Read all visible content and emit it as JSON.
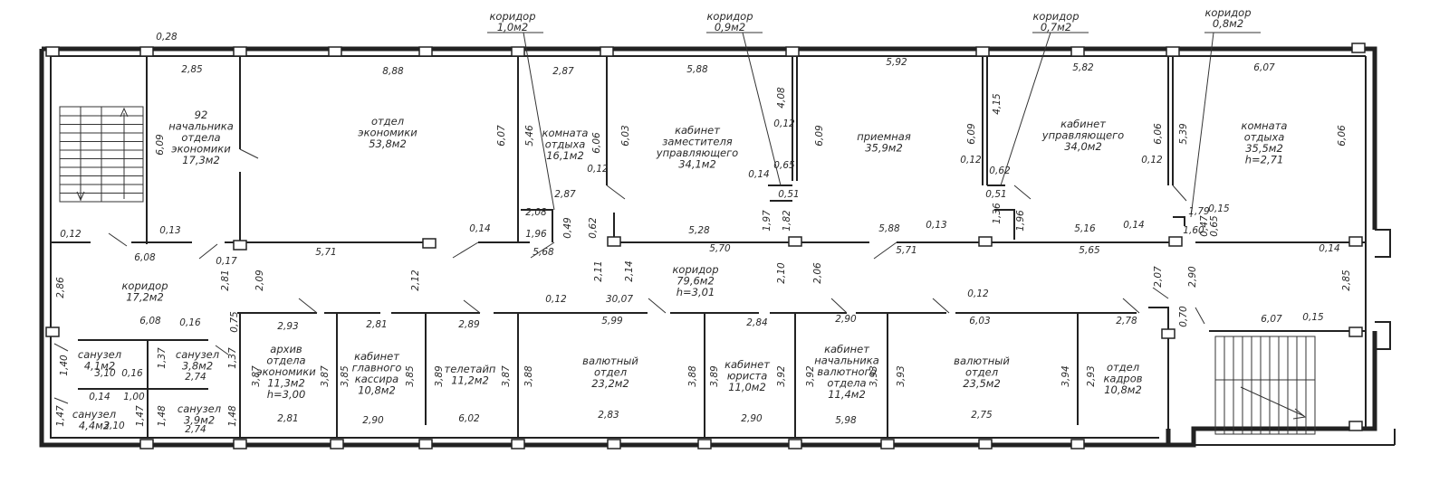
{
  "rooms": [
    {
      "id": "stair-left",
      "lines": []
    },
    {
      "id": "chief-econ",
      "lines": [
        "92",
        "начальника",
        "отдела",
        "экономики",
        "17,3м2"
      ]
    },
    {
      "id": "econ-dept",
      "lines": [
        "отдел",
        "экономики",
        "53,8м2"
      ]
    },
    {
      "id": "rest-room-1",
      "lines": [
        "комната",
        "отдыха",
        "16,1м2"
      ]
    },
    {
      "id": "deputy-office",
      "lines": [
        "кабинет",
        "заместителя",
        "управляющего",
        "34,1м2"
      ]
    },
    {
      "id": "reception",
      "lines": [
        "приемная",
        "35,9м2"
      ]
    },
    {
      "id": "manager-office",
      "lines": [
        "кабинет",
        "управляющего",
        "34,0м2"
      ]
    },
    {
      "id": "rest-room-2",
      "lines": [
        "комната",
        "отдыха",
        "35,5м2",
        "h=2,71"
      ]
    },
    {
      "id": "corridor-left",
      "lines": [
        "коридор",
        "17,2м2"
      ]
    },
    {
      "id": "corridor-main",
      "lines": [
        "коридор",
        "79,6м2",
        "h=3,01"
      ]
    },
    {
      "id": "wc-1",
      "lines": [
        "санузел",
        "4,1м2"
      ]
    },
    {
      "id": "wc-2",
      "lines": [
        "санузел",
        "3,8м2"
      ]
    },
    {
      "id": "wc-3",
      "lines": [
        "санузел",
        "3,9м2"
      ]
    },
    {
      "id": "wc-4",
      "lines": [
        "санузел",
        "4,4м2"
      ]
    },
    {
      "id": "archive",
      "lines": [
        "архив",
        "отдела",
        "экономики",
        "11,3м2",
        "h=3,00"
      ]
    },
    {
      "id": "chief-cashier",
      "lines": [
        "кабинет",
        "главного",
        "кассира",
        "10,8м2"
      ]
    },
    {
      "id": "teletype",
      "lines": [
        "телетайп",
        "11,2м2"
      ]
    },
    {
      "id": "currency-1",
      "lines": [
        "валютный",
        "отдел",
        "23,2м2"
      ]
    },
    {
      "id": "lawyer",
      "lines": [
        "кабинет",
        "юриста",
        "11,0м2"
      ]
    },
    {
      "id": "currency-chief",
      "lines": [
        "кабинет",
        "начальника",
        "валютного",
        "отдела",
        "11,4м2"
      ]
    },
    {
      "id": "currency-2",
      "lines": [
        "валютный",
        "отдел",
        "23,5м2"
      ]
    },
    {
      "id": "hr-dept",
      "lines": [
        "отдел",
        "кадров",
        "10,8м2"
      ]
    }
  ],
  "callouts": [
    {
      "lines": [
        "коридор",
        "1,0м2"
      ]
    },
    {
      "lines": [
        "коридор",
        "0,9м2"
      ]
    },
    {
      "lines": [
        "коридор",
        "0,7м2"
      ]
    },
    {
      "lines": [
        "коридор",
        "0,8м2"
      ]
    }
  ],
  "dimensions": [
    "0,28",
    "2,85",
    "8,88",
    "2,87",
    "5,88",
    "5,92",
    "5,82",
    "6,07",
    "6,09",
    "6,07",
    "5,46",
    "6,06",
    "6,03",
    "4,08",
    "0,12",
    "6,09",
    "6,09",
    "4,15",
    "6,06",
    "5,39",
    "6,06",
    "0,12",
    "0,14",
    "0,65",
    "0,12",
    "0,62",
    "0,12",
    "0,51",
    "0,51",
    "2,87",
    "2,08",
    "1,96",
    "0,49",
    "0,62",
    "1,97",
    "1,82",
    "1,36",
    "1,96",
    "1,79",
    "0,15",
    "0,47",
    "0,65",
    "1,60",
    "0,12",
    "0,13",
    "6,08",
    "0,14",
    "5,68",
    "5,28",
    "5,88",
    "0,13",
    "5,16",
    "0,14",
    "0,17",
    "5,71",
    "5,70",
    "5,71",
    "5,65",
    "0,14",
    "2,86",
    "2,81",
    "2,09",
    "2,12",
    "2,11",
    "2,14",
    "2,10",
    "2,06",
    "2,07",
    "2,90",
    "2,85",
    "6,08",
    "0,16",
    "0,75",
    "2,93",
    "2,81",
    "2,89",
    "0,12",
    "30,07",
    "5,99",
    "2,84",
    "2,90",
    "0,12",
    "6,03",
    "2,78",
    "0,70",
    "6,07",
    "0,15",
    "1,40",
    "1,37",
    "1,37",
    "3,10",
    "0,16",
    "2,74",
    "0,14",
    "1,00",
    "1,47",
    "1,47",
    "1,48",
    "1,48",
    "3,10",
    "2,74",
    "3,87",
    "3,87",
    "3,85",
    "3,85",
    "3,89",
    "3,87",
    "3,88",
    "3,88",
    "3,89",
    "3,92",
    "3,92",
    "3,93",
    "3,93",
    "3,94",
    "2,93",
    "2,81",
    "2,90",
    "6,02",
    "2,83",
    "2,90",
    "5,98",
    "2,75"
  ]
}
